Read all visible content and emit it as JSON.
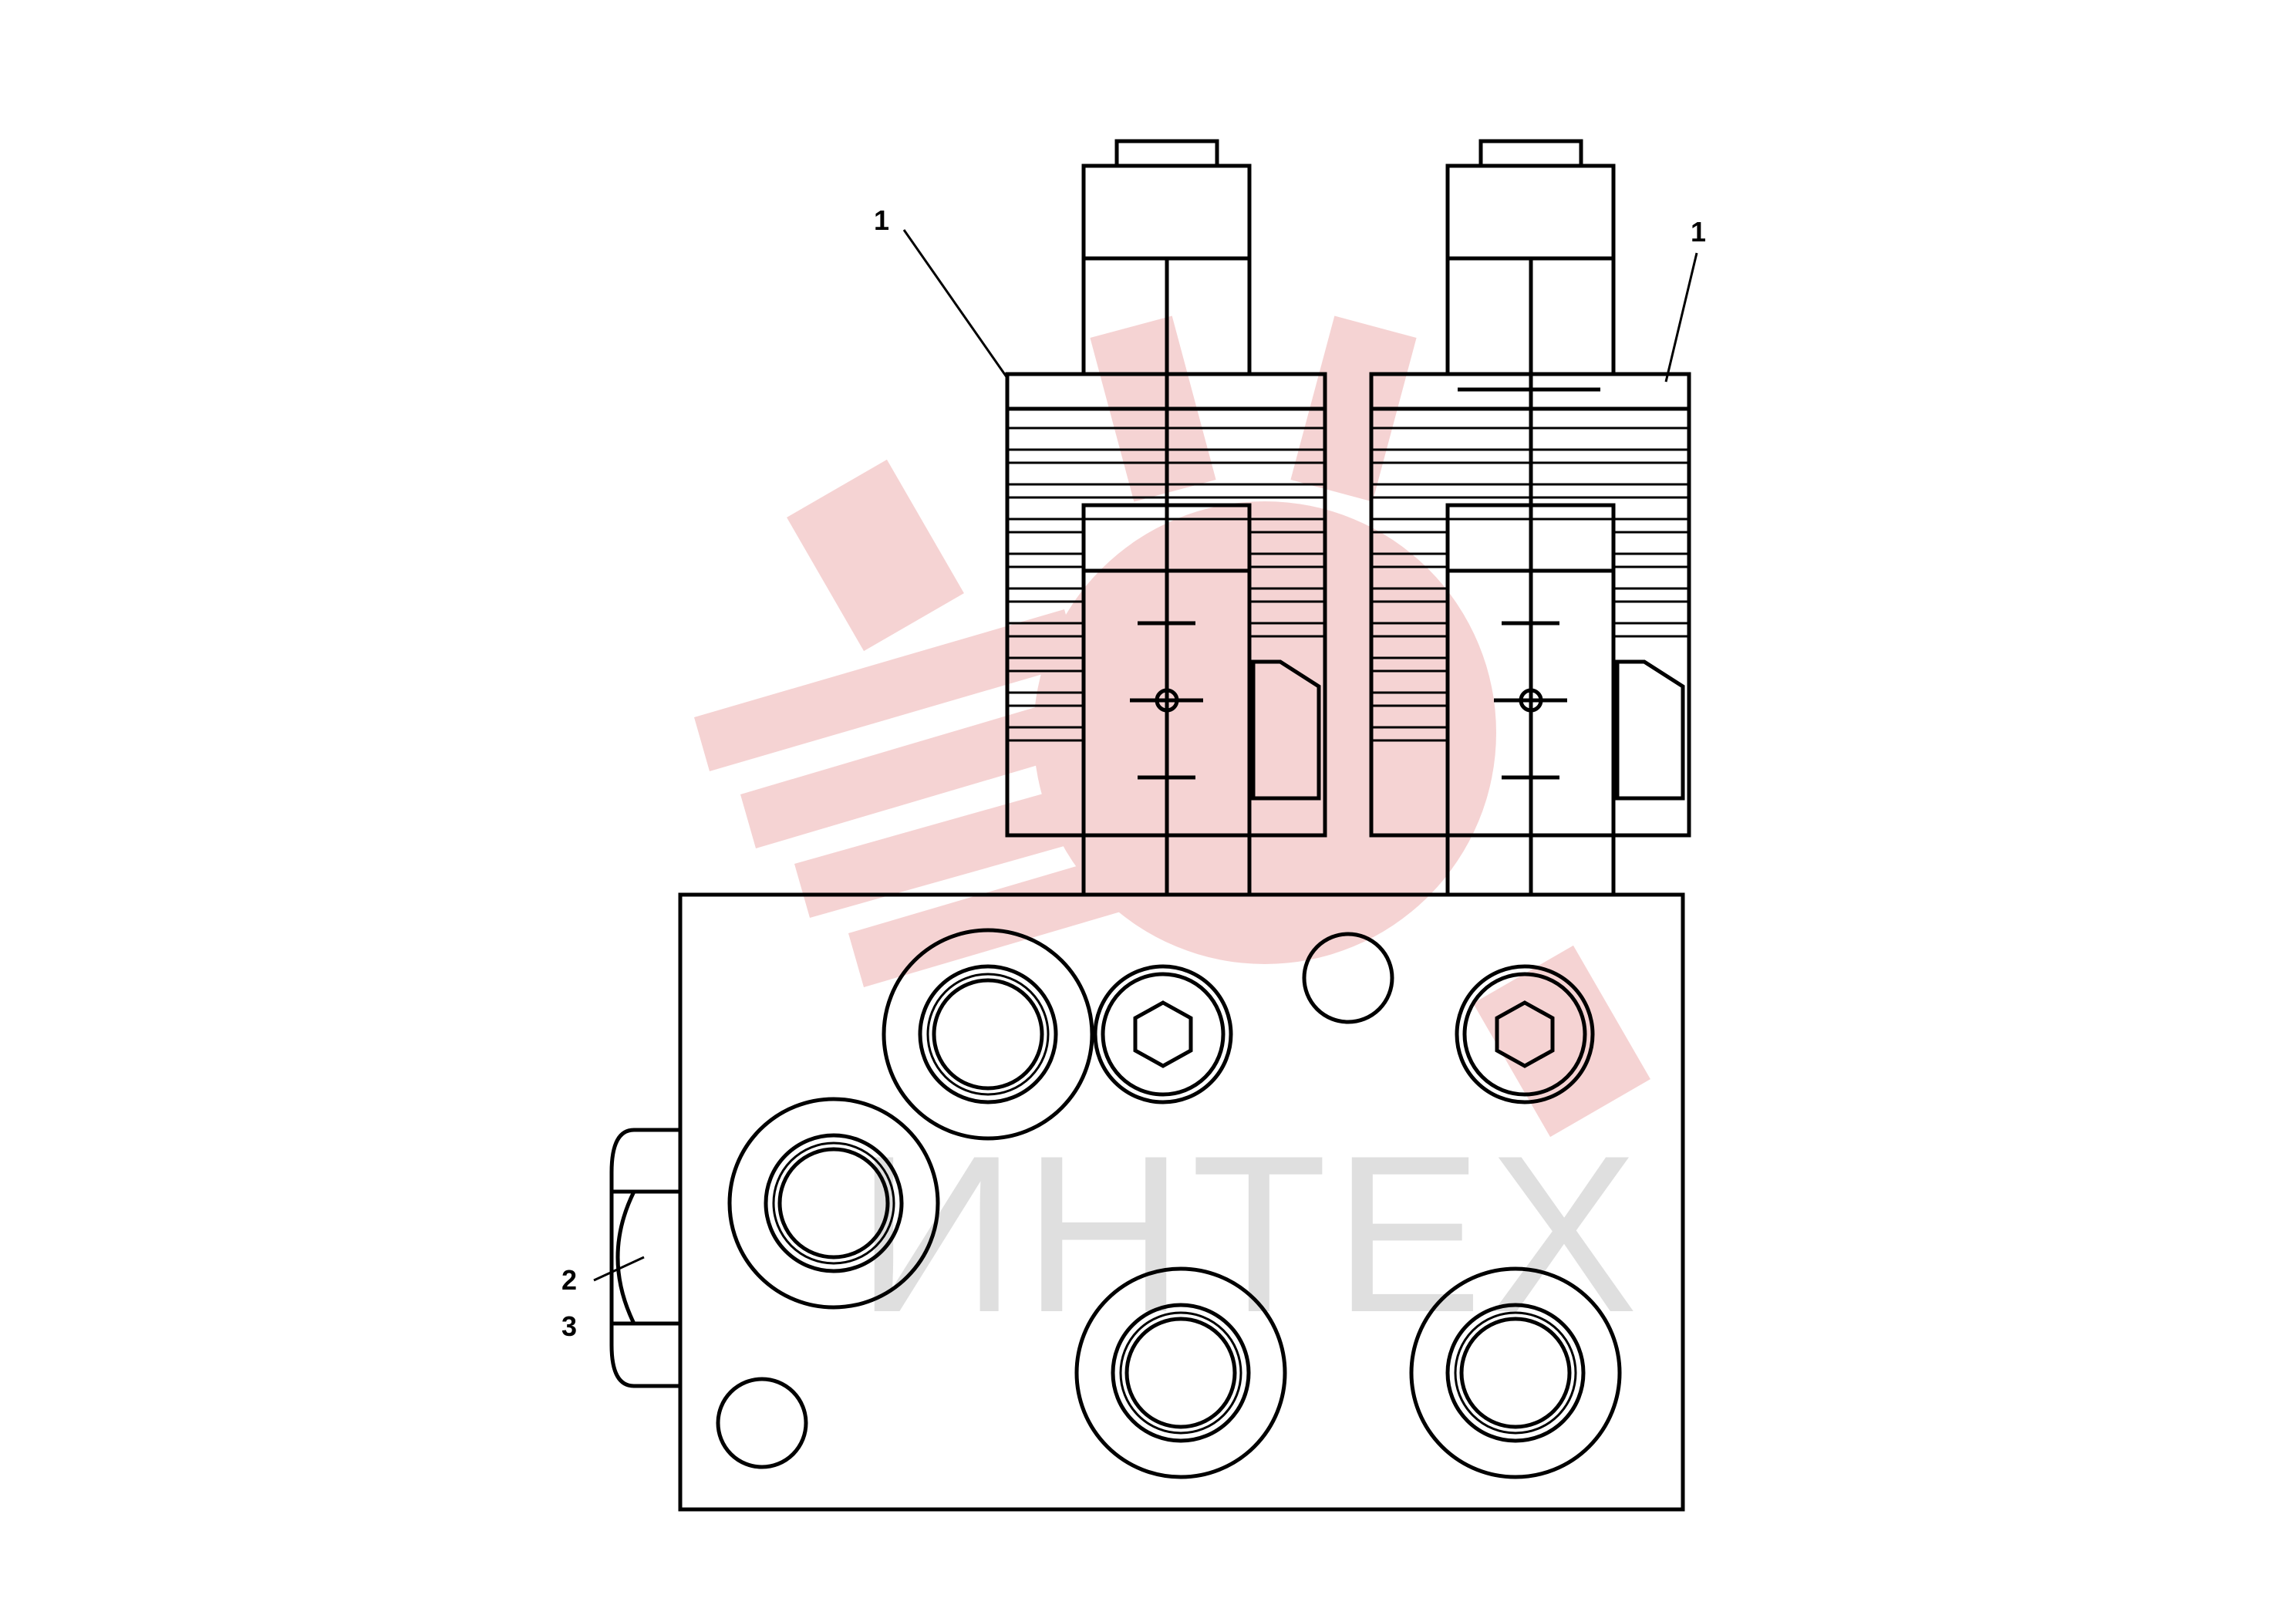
{
  "callouts": {
    "valve_left": "1",
    "valve_right": "1",
    "item_2": "2",
    "item_3": "3"
  },
  "watermark": {
    "text": "ИНТЕХ",
    "logo_color": "#f4cccc",
    "text_color": "#dcdcdc"
  },
  "colors": {
    "line": "#000000",
    "background": "#ffffff"
  }
}
